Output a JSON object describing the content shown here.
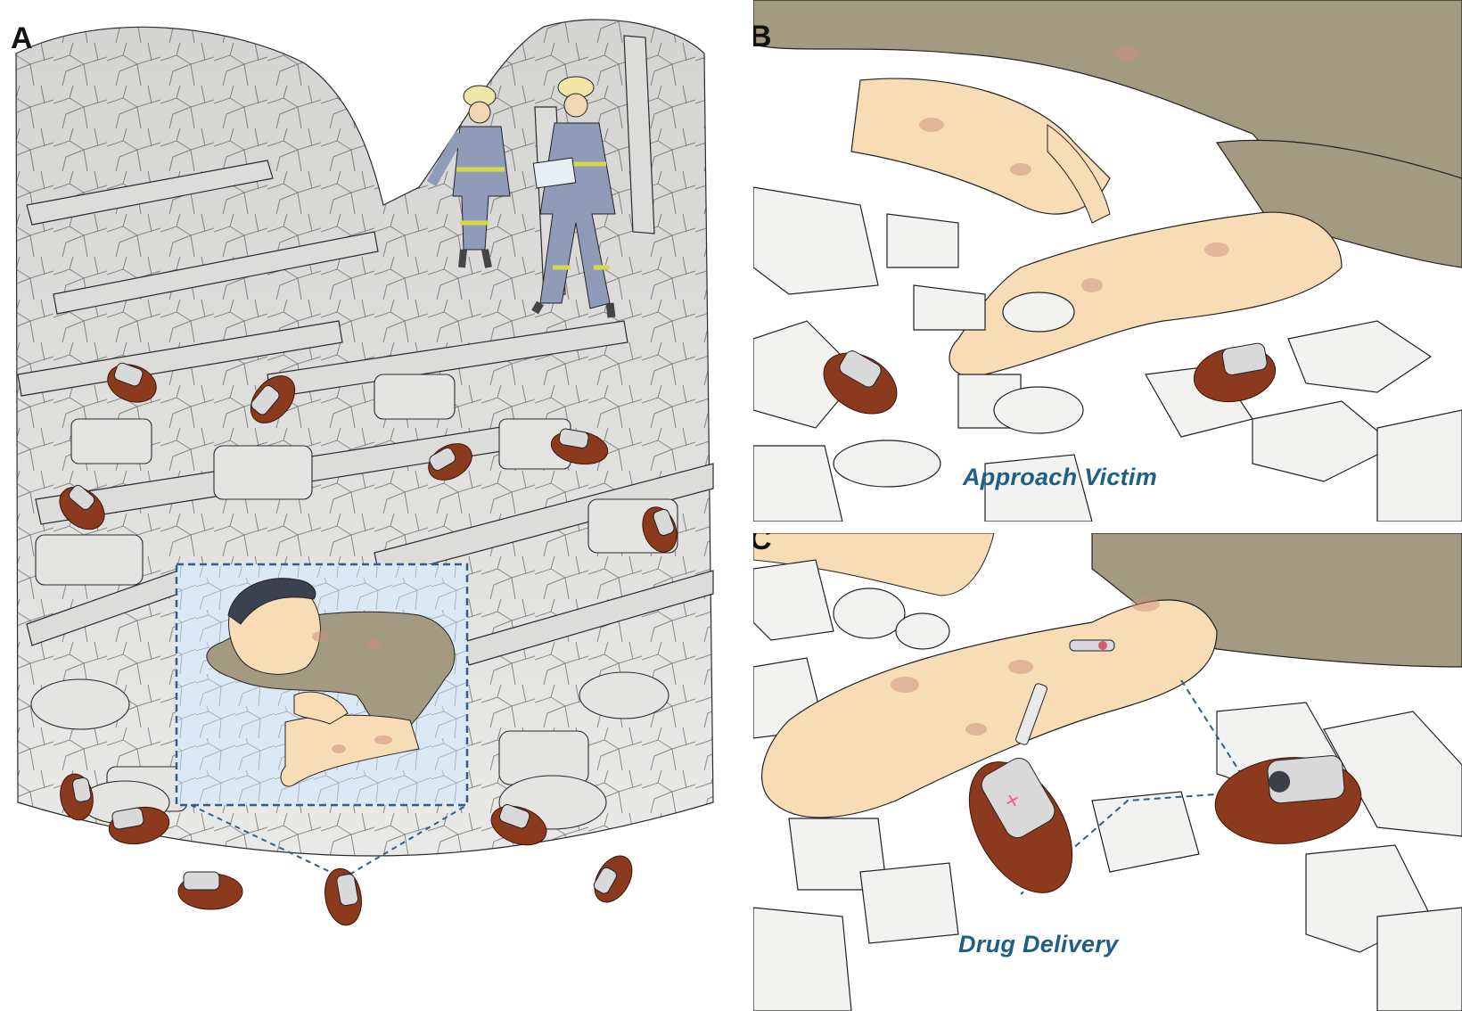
{
  "panels": {
    "a": {
      "letter": "A"
    },
    "b": {
      "letter": "B",
      "caption": "Approach Victim"
    },
    "c": {
      "letter": "C",
      "caption": "Drug Delivery"
    }
  },
  "colors": {
    "rubble_fill": "#e6e6e4",
    "rubble_line": "#2b2b2b",
    "skin": "#f8dcb6",
    "bruise": "#c98f80",
    "shirt": "#a49a82",
    "cockroach": "#8b3a1e",
    "backpack": "#d9d9d9",
    "worker_suit": "#8f9bb8",
    "inset_frame": "#2f5e8e",
    "caption_text": "#1f5f86"
  }
}
